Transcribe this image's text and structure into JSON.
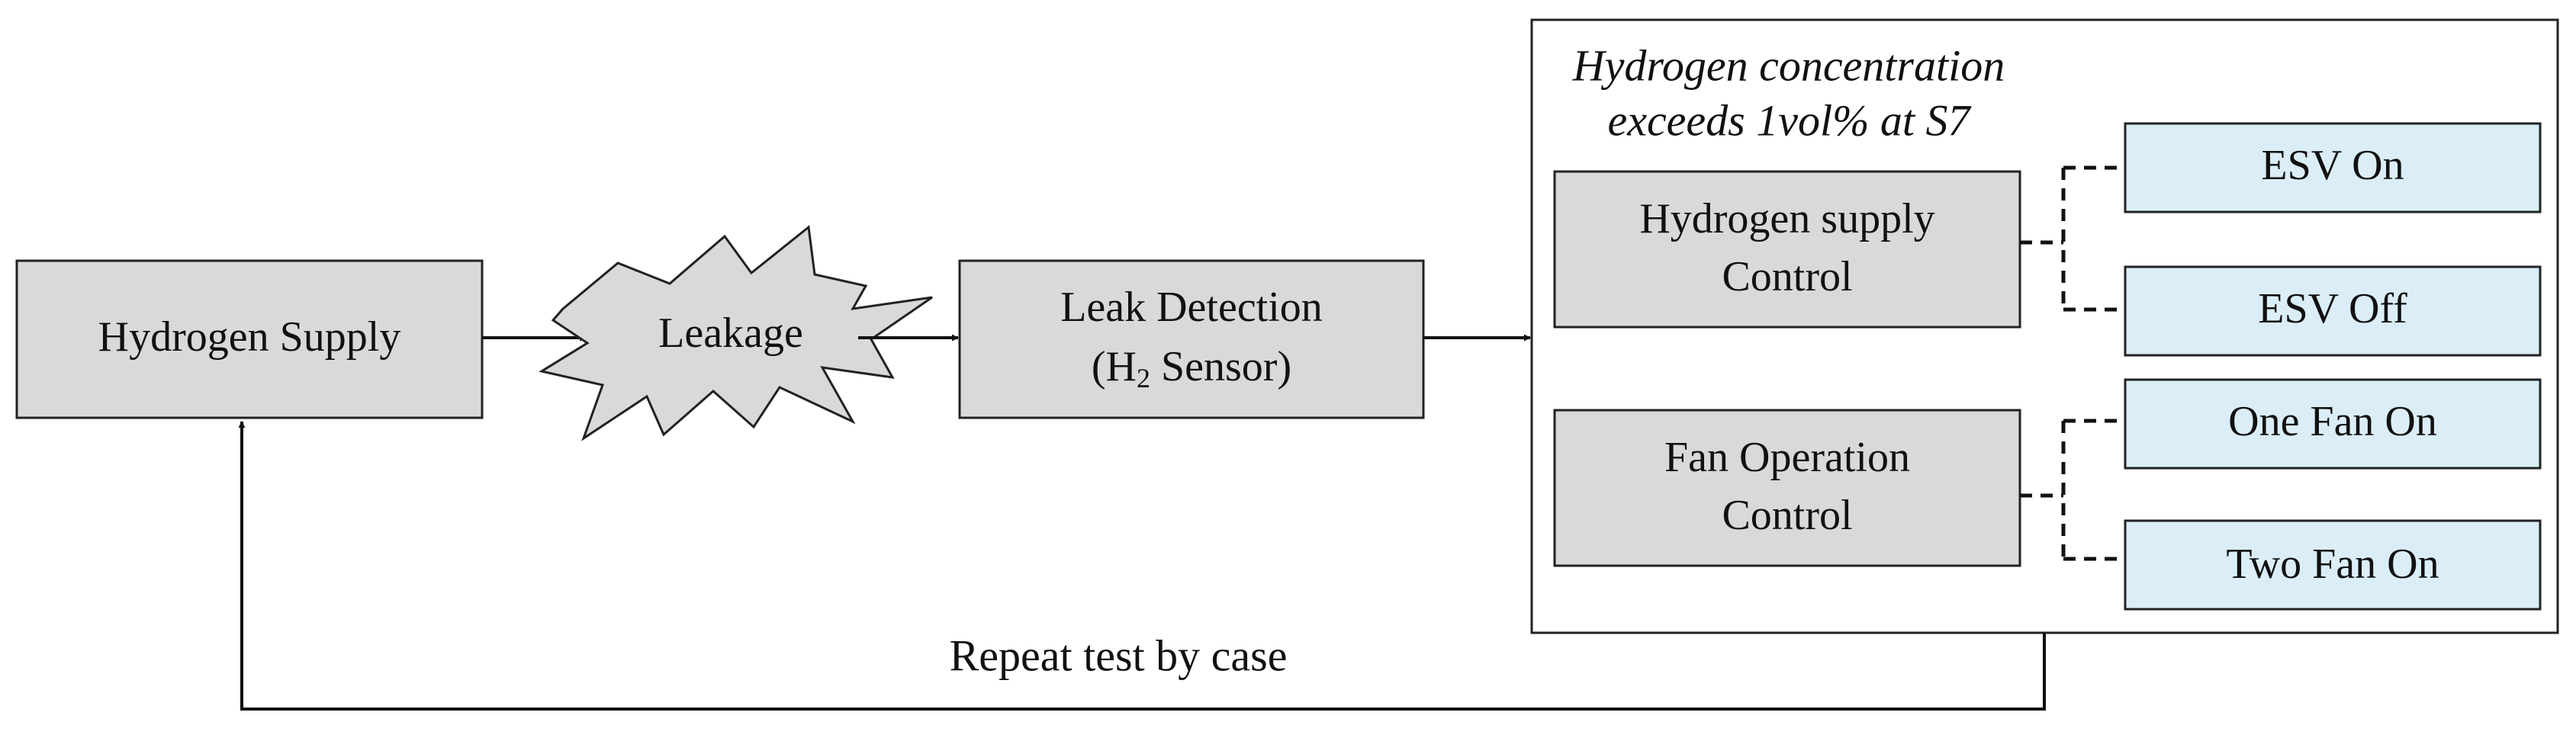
{
  "nodes": {
    "hydrogen_supply": "Hydrogen Supply",
    "leakage": "Leakage",
    "leak_detection": {
      "line1": "Leak Detection",
      "line2_prefix": "(H",
      "line2_subscript": "2",
      "line2_suffix": " Sensor)"
    },
    "condition": {
      "line1": "Hydrogen concentration",
      "line2": "exceeds 1vol% at S7"
    },
    "supply_control": {
      "line1": "Hydrogen supply",
      "line2": "Control"
    },
    "fan_control": {
      "line1": "Fan Operation",
      "line2": "Control"
    },
    "esv_on": "ESV On",
    "esv_off": "ESV Off",
    "one_fan_on": "One Fan On",
    "two_fan_on": "Two Fan On"
  },
  "loop_label": "Repeat test by case",
  "colors": {
    "box_fill": "#d9d9d9",
    "action_fill": "#dbeef7",
    "stroke": "#222222"
  }
}
